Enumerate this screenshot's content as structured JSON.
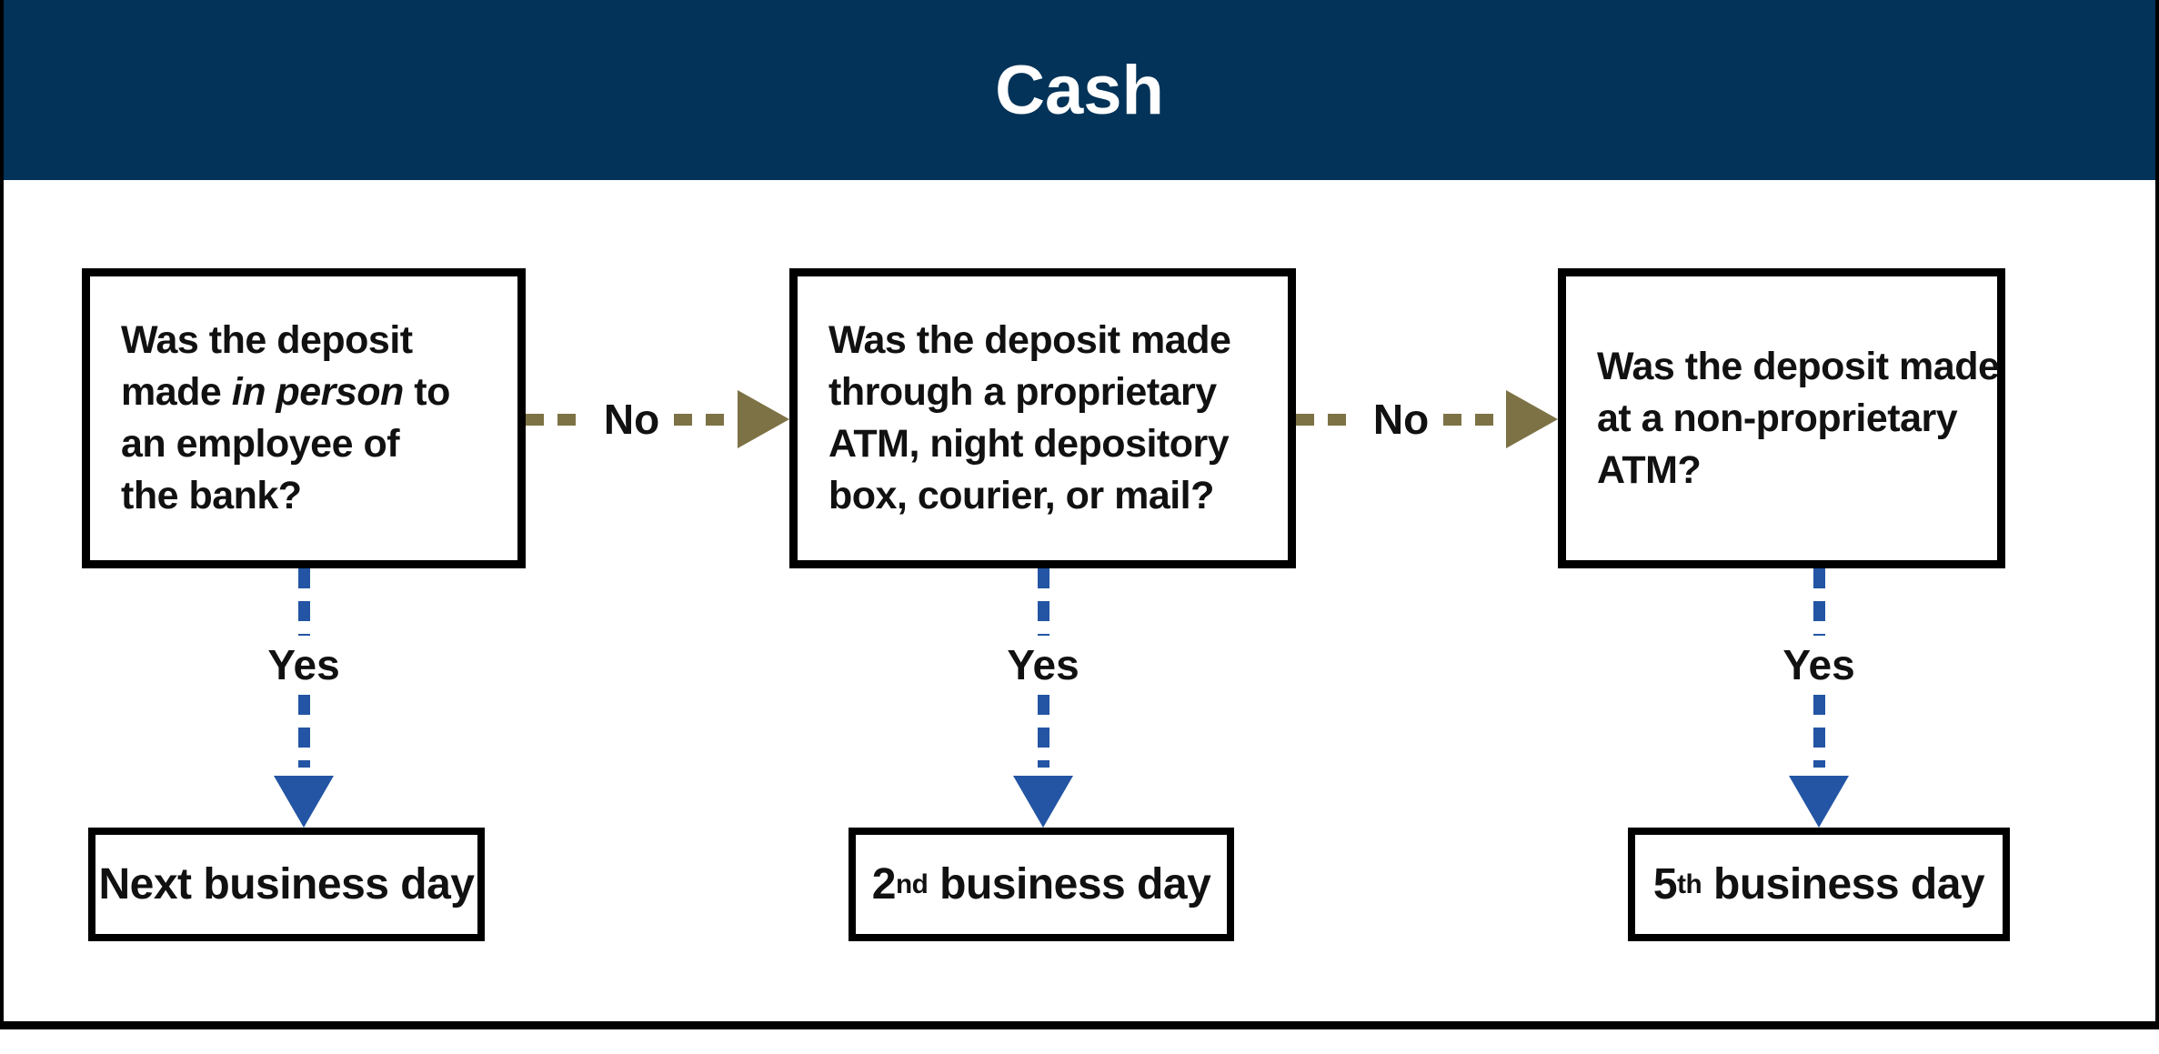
{
  "title": "Cash",
  "labels": {
    "yes": "Yes",
    "no": "No"
  },
  "flowchart": {
    "questions": [
      {
        "lines": [
          [
            {
              "t": "Was the deposit",
              "i": false
            }
          ],
          [
            {
              "t": "made ",
              "i": false
            },
            {
              "t": "in person",
              "i": true
            },
            {
              "t": " to",
              "i": false
            }
          ],
          [
            {
              "t": "an employee of",
              "i": false
            }
          ],
          [
            {
              "t": "the bank?",
              "i": false
            }
          ]
        ]
      },
      {
        "lines": [
          [
            {
              "t": "Was the deposit made",
              "i": false
            }
          ],
          [
            {
              "t": "through a proprietary",
              "i": false
            }
          ],
          [
            {
              "t": "ATM, night depository",
              "i": false
            }
          ],
          [
            {
              "t": "box, courier, or mail?",
              "i": false
            }
          ]
        ]
      },
      {
        "lines": [
          [
            {
              "t": "Was the deposit made",
              "i": false
            }
          ],
          [
            {
              "t": "at a non-proprietary",
              "i": false
            }
          ],
          [
            {
              "t": "ATM?",
              "i": false
            }
          ]
        ]
      }
    ],
    "answers": [
      {
        "num": "",
        "sup": "",
        "rest": "Next business day"
      },
      {
        "num": "2",
        "sup": "nd",
        "rest": " business day"
      },
      {
        "num": "5",
        "sup": "th",
        "rest": " business day"
      }
    ]
  },
  "colors": {
    "header_bg": "#033358",
    "title_text": "#ffffff",
    "yes_arrow": "#2355a4",
    "no_arrow": "#7d7245",
    "box_border": "#000000",
    "text": "#111111"
  }
}
